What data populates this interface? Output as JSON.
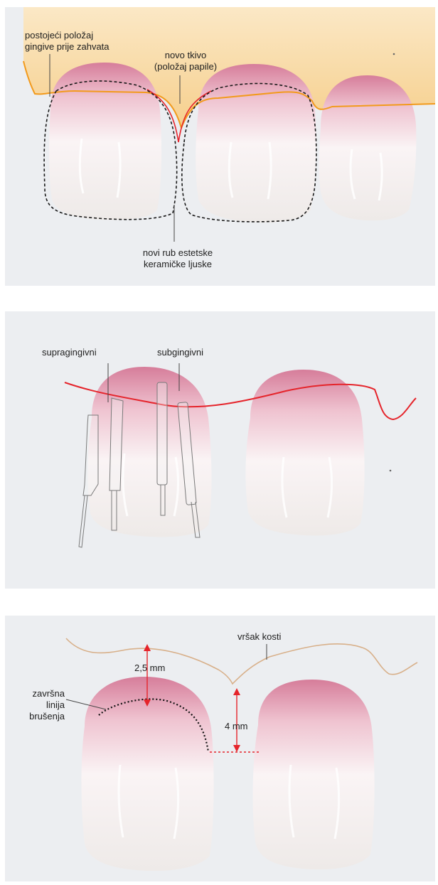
{
  "panel1": {
    "label_existing_position_line1": "postojeći položaj",
    "label_existing_position_line2": "gingive prije zahvata",
    "label_new_tissue_line1": "novo tkivo",
    "label_new_tissue_line2": "(položaj papile)",
    "label_new_margin_line1": "novi rub estetske",
    "label_new_margin_line2": "keramičke ljuske"
  },
  "panel2": {
    "label_supragingival": "supragingivni",
    "label_subgingival": "subgingivni"
  },
  "panel3": {
    "label_bone_crest": "vršak kosti",
    "label_distance_25": "2,5 mm",
    "label_distance_4": "4 mm",
    "label_finish_line_1": "završna",
    "label_finish_line_2": "linija",
    "label_finish_line_3": "brušenja"
  },
  "colors": {
    "panel_bg": "#eceef1",
    "gingiva_fill": "#f8dfb4",
    "gingiva_line": "#f29a1c",
    "red_line": "#e5242b",
    "bone_line": "#d8b08a",
    "tooth_enamel": "#f7f2f2",
    "tooth_gum_pink": "#d98aa3"
  }
}
